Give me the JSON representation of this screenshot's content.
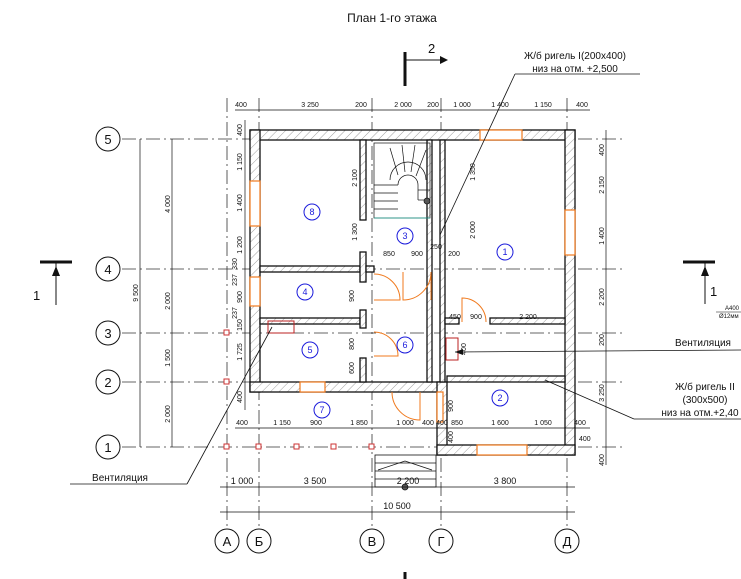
{
  "title": "План 1-го этажа",
  "section_marks": {
    "top": "2",
    "left": "1",
    "right": "1"
  },
  "axes": {
    "letters": [
      "А",
      "Б",
      "В",
      "Г",
      "Д"
    ],
    "numbers": [
      "1",
      "2",
      "3",
      "4",
      "5"
    ]
  },
  "rooms": [
    "1",
    "2",
    "3",
    "4",
    "5",
    "6",
    "7",
    "8"
  ],
  "callouts": {
    "beam1_line1": "Ж/б ригель I(200x400)",
    "beam1_line2": "низ на отм. +2,500",
    "vent_left": "Вентиляция",
    "vent_right": "Вентиляция",
    "beam2_line1": "Ж/б ригель II",
    "beam2_line2": "(300x500)",
    "beam2_line3": "низ на отм.+2,40",
    "rebar_line1": "A400",
    "rebar_line2": "Ø12мм"
  },
  "dims": {
    "top": [
      "400",
      "3 250",
      "200",
      "2 000",
      "200",
      "1 000",
      "1 400",
      "1 150",
      "400"
    ],
    "bottom_inner": [
      "400",
      "1 150",
      "900",
      "1 850",
      "1 000",
      "400",
      "400",
      "850",
      "1 600",
      "1 050",
      "400"
    ],
    "bottom_axes": [
      "1 000",
      "3 500",
      "2 200",
      "3 800"
    ],
    "bottom_total": "10 500",
    "left_inner": [
      "400",
      "1 150",
      "1 400",
      "1 200",
      "330",
      "237",
      "900",
      "237",
      "150",
      "1 725",
      "400"
    ],
    "left_axes": [
      "4 000",
      "2 000",
      "1 500",
      "2 000"
    ],
    "left_total": "9 500",
    "right": [
      "400",
      "2 150",
      "1 400",
      "2 200",
      "200",
      "3 250",
      "400",
      "400"
    ],
    "interior": [
      "2 100",
      "1 300",
      "850",
      "900",
      "250",
      "200",
      "2 000",
      "1 350",
      "450",
      "900",
      "2 200",
      "900",
      "800",
      "600",
      "900",
      "400",
      "400"
    ]
  }
}
